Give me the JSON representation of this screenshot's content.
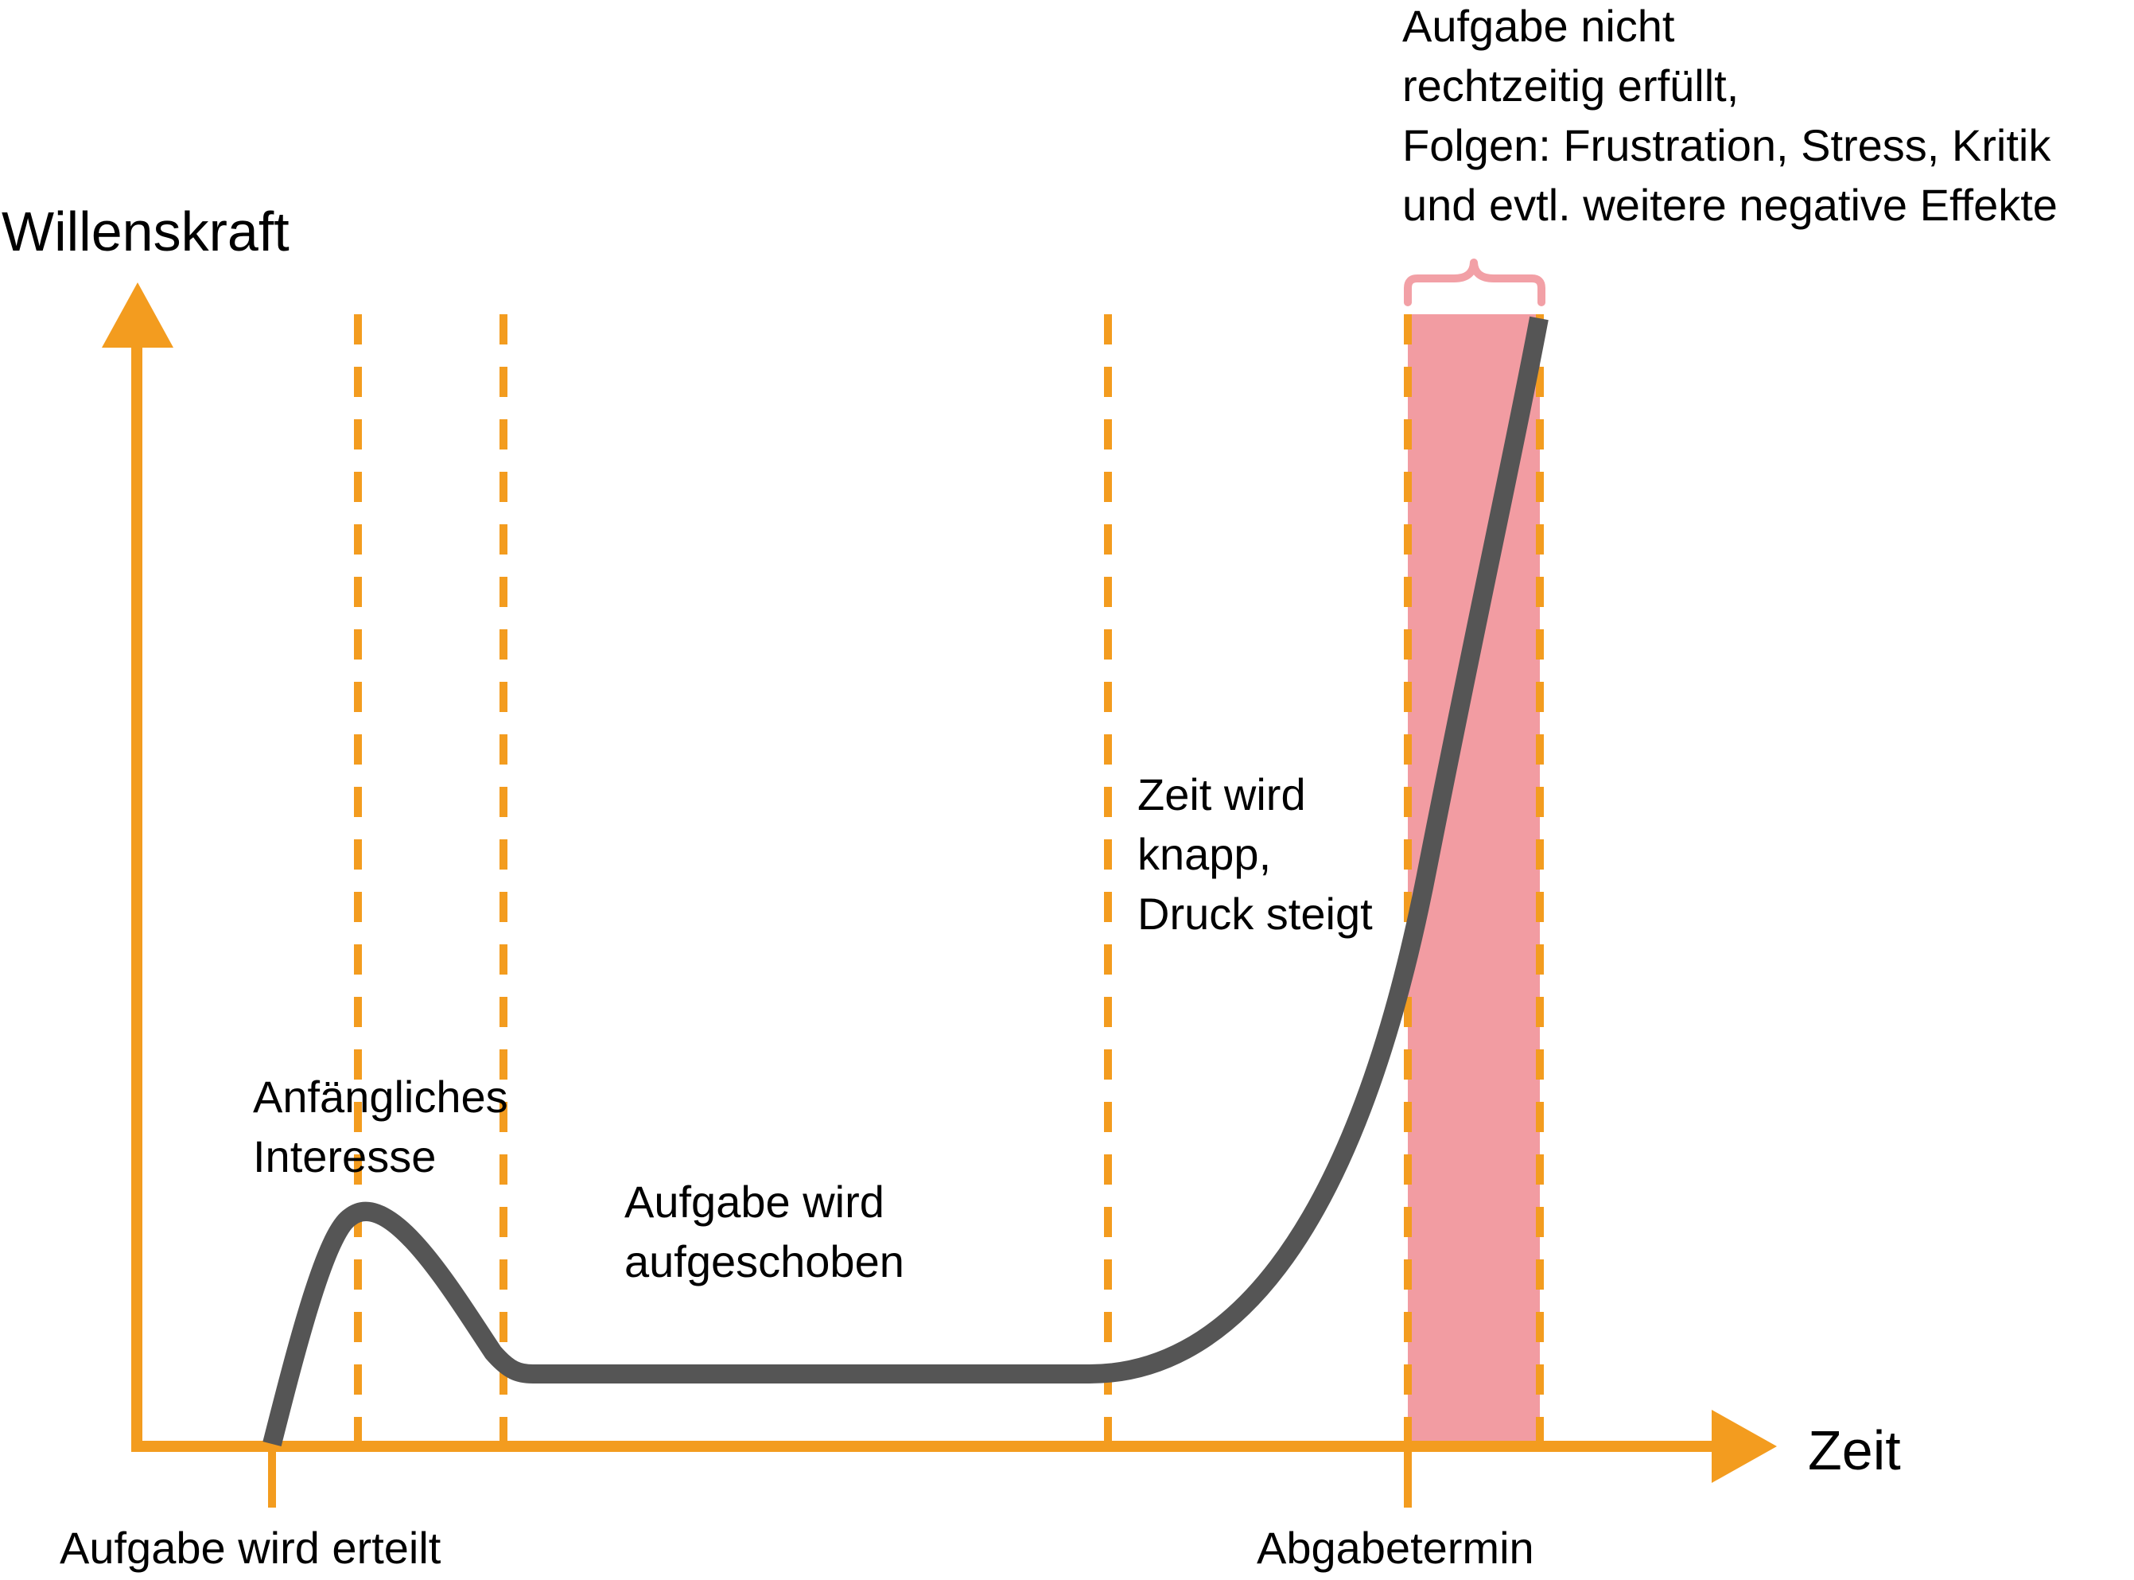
{
  "diagram": {
    "y_axis_label": "Willenskraft",
    "x_axis_label": "Zeit",
    "tick_labels": {
      "start": "Aufgabe wird erteilt",
      "deadline": "Abgabetermin"
    },
    "annotations": {
      "initial_interest": [
        "Anfängliches",
        "Interesse"
      ],
      "postponed": [
        "Aufgabe wird",
        "aufgeschoben"
      ],
      "pressure": [
        "Zeit wird",
        "knapp,",
        "Druck steigt"
      ],
      "failure": [
        "Aufgabe nicht",
        "rechtzeitig erfüllt,",
        "Folgen: Frustration, Stress, Kritik",
        "und evtl. weitere negative Effekte"
      ]
    },
    "colors": {
      "axis": "#F39C1F",
      "curve": "#555555",
      "overdue_band": "#F29CA2",
      "brace": "#F2A0A6",
      "text": "#000000"
    }
  }
}
